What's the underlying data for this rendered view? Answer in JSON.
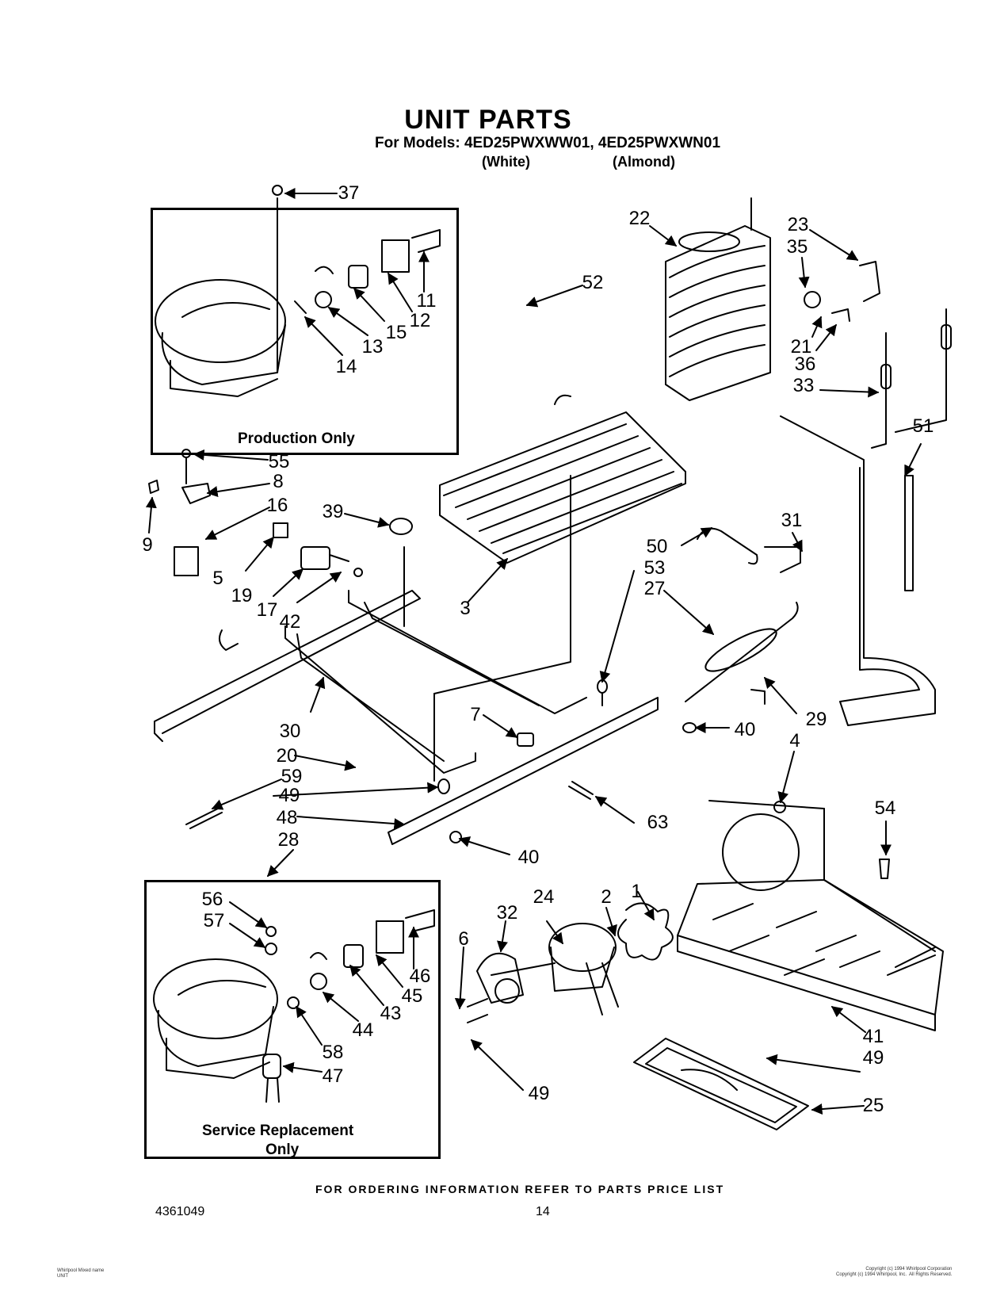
{
  "header": {
    "title": "UNIT PARTS",
    "models_line": "For Models: 4ED25PWXWW01, 4ED25PWXWN01",
    "color_white": "(White)",
    "color_almond": "(Almond)"
  },
  "boxes": {
    "production_label": "Production Only",
    "service_label_line1": "Service Replacement",
    "service_label_line2": "Only"
  },
  "callouts": {
    "c37": "37",
    "c11": "11",
    "c12": "12",
    "c15": "15",
    "c13": "13",
    "c14": "14",
    "c52": "52",
    "c22": "22",
    "c23": "23",
    "c35": "35",
    "c21": "21",
    "c36": "36",
    "c33": "33",
    "c51": "51",
    "c55": "55",
    "c8": "8",
    "c16": "16",
    "c9": "9",
    "c39": "39",
    "c19": "19",
    "c17": "17",
    "c42": "42",
    "c5": "5",
    "c3": "3",
    "c31": "31",
    "c50": "50",
    "c53": "53",
    "c27": "27",
    "c29": "29",
    "c4": "4",
    "c40a": "40",
    "c7": "7",
    "c30": "30",
    "c20": "20",
    "c59": "59",
    "c49a": "49",
    "c48": "48",
    "c28": "28",
    "c63": "63",
    "c40b": "40",
    "c54": "54",
    "c2": "2",
    "c1": "1",
    "c32": "32",
    "c24": "24",
    "c6": "6",
    "c56": "56",
    "c57": "57",
    "c46": "46",
    "c45": "45",
    "c43": "43",
    "c44": "44",
    "c58": "58",
    "c47": "47",
    "c49b": "49",
    "c41": "41",
    "c49c": "49",
    "c25": "25"
  },
  "footer": {
    "ordering_info": "FOR ORDERING INFORMATION REFER TO PARTS PRICE LIST",
    "document_number": "4361049",
    "page_number": "14",
    "fineprint_left": "Whirlpool Mixed name\nUNIT",
    "fineprint_right": "Copyright (c) 1994 Whirlpool Corporation\nCopyright (c) 1994 Whirlpool, Inc.  All Rights Reserved."
  }
}
